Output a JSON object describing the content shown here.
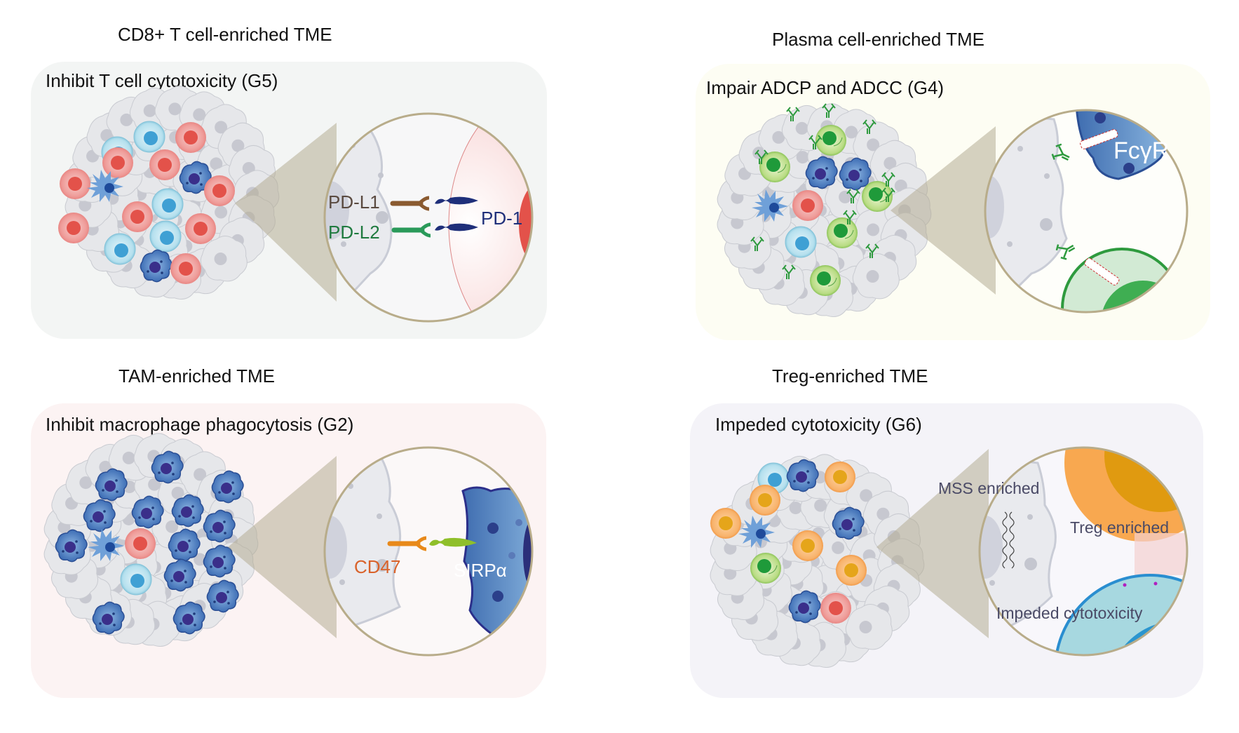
{
  "figure": {
    "panels": [
      {
        "id": "cd8",
        "heading": "CD8+ T cell-enriched TME",
        "title": "Inhibit  T cell cytotoxicity (G5)",
        "background": "#f3f5f4",
        "labels": {
          "ligand1": "PD-L1",
          "ligand2": "PD-L2",
          "receptor": "PD-1"
        },
        "colors": {
          "ligand1": "#8a5a30",
          "ligand2": "#2a9a5a",
          "receptor": "#1f2f7a",
          "label1": "#5a4a40",
          "label2": "#1f7a3f"
        }
      },
      {
        "id": "plasma",
        "heading": "Plasma cell-enriched TME",
        "title": "Impair  ADCP and ADCC (G4)",
        "background": "#fdfdf3",
        "labels": {
          "receptor": "FcγR"
        },
        "colors": {
          "antibody": "#2e9a3e",
          "receptor_cell": "#3e6eaa"
        }
      },
      {
        "id": "tam",
        "heading": "TAM-enriched TME",
        "title": "Inhibit  macrophage phagocytosis (G2)",
        "background": "#fcf3f3",
        "labels": {
          "ligand": "CD47",
          "receptor": "SIRPα"
        },
        "colors": {
          "ligand": "#e8891a",
          "ligand_label": "#d9622a",
          "receptor": "#8fbf2a"
        }
      },
      {
        "id": "treg",
        "heading": "Treg-enriched TME",
        "title": "Impeded cytotoxicity (G6)",
        "background": "#f4f3f8",
        "labels": {
          "mss": "MSS enriched",
          "treg": "Treg enriched",
          "impeded": "Impeded cytotoxicity"
        },
        "colors": {
          "label": "#4a4a66",
          "treg_cell": "#f5a04a",
          "t_cell": "#2a95cf"
        }
      }
    ]
  }
}
